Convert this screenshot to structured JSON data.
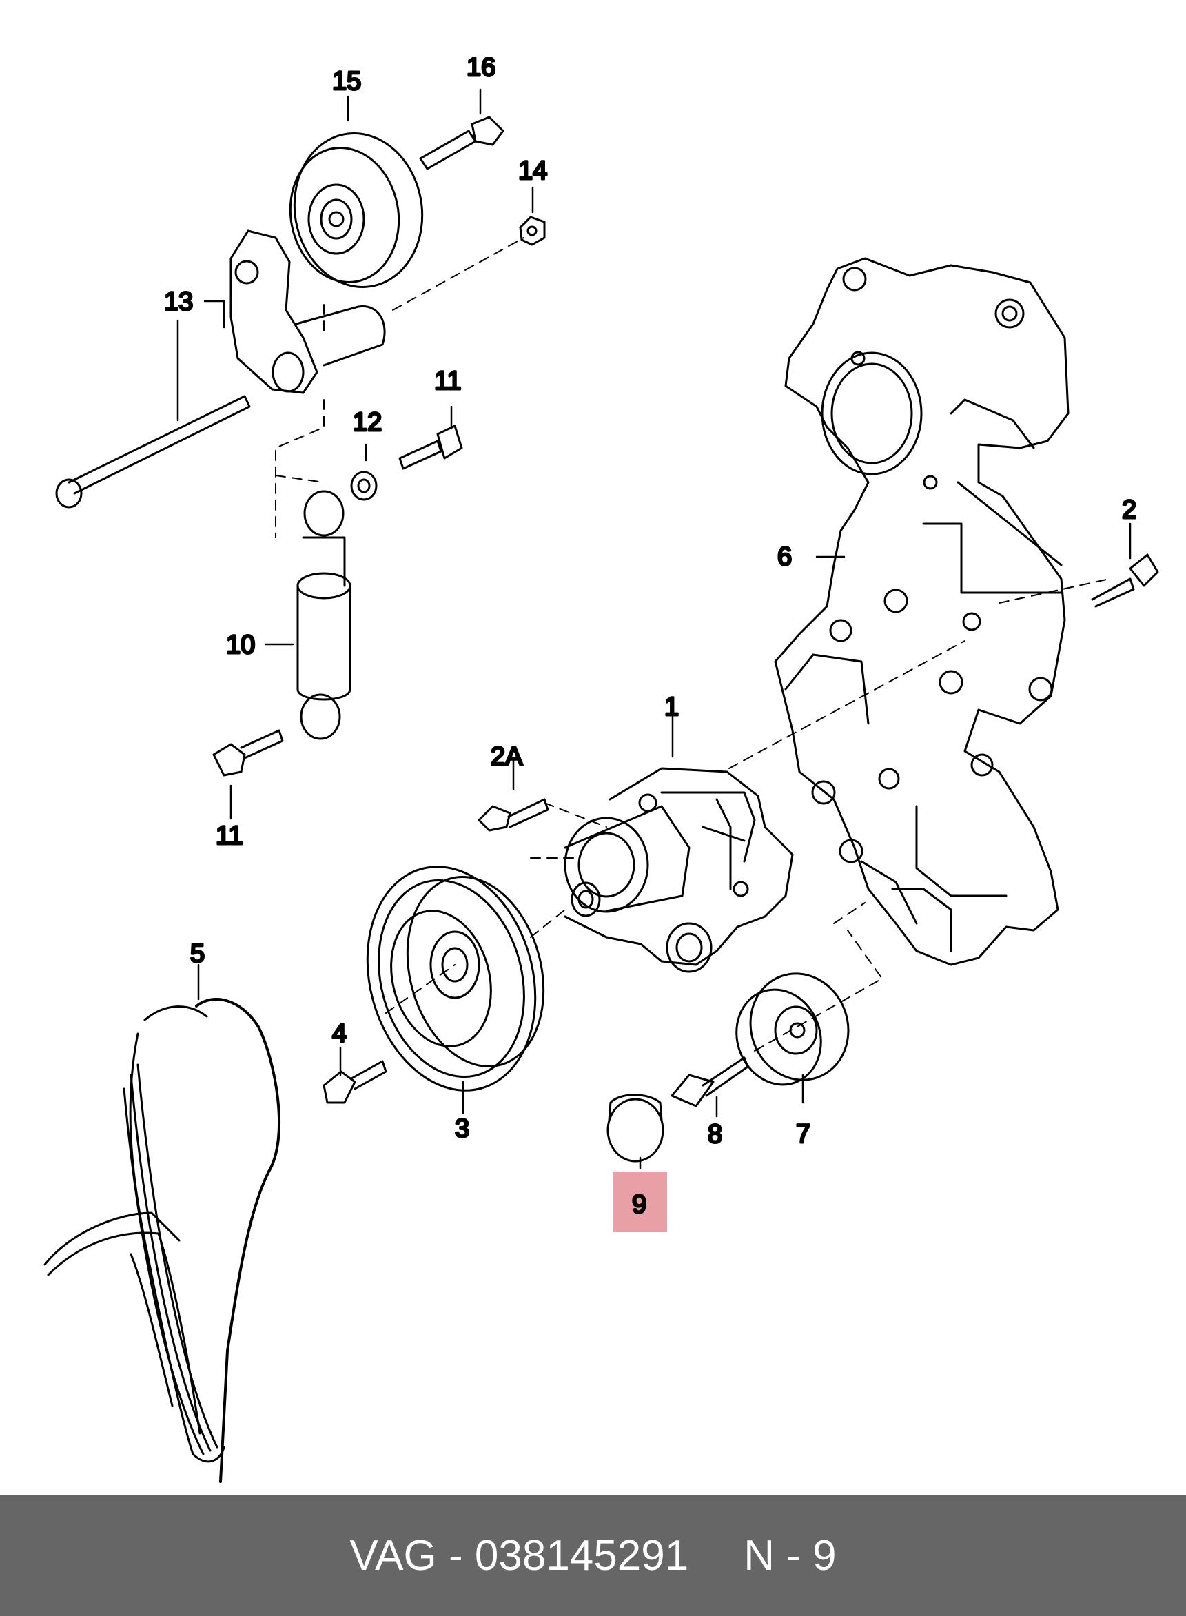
{
  "callouts": [
    {
      "id": "1",
      "label": "1"
    },
    {
      "id": "2",
      "label": "2"
    },
    {
      "id": "2A",
      "label": "2A"
    },
    {
      "id": "3",
      "label": "3"
    },
    {
      "id": "4",
      "label": "4"
    },
    {
      "id": "5",
      "label": "5"
    },
    {
      "id": "6",
      "label": "6"
    },
    {
      "id": "7",
      "label": "7"
    },
    {
      "id": "8",
      "label": "8"
    },
    {
      "id": "9",
      "label": "9",
      "highlighted": true
    },
    {
      "id": "10",
      "label": "10"
    },
    {
      "id": "11a",
      "label": "11"
    },
    {
      "id": "11b",
      "label": "11"
    },
    {
      "id": "12",
      "label": "12"
    },
    {
      "id": "13",
      "label": "13"
    },
    {
      "id": "14",
      "label": "14"
    },
    {
      "id": "15",
      "label": "15"
    },
    {
      "id": "16",
      "label": "16"
    }
  ],
  "highlight_color": "#e8a0a6",
  "footer": {
    "brand": "VAG",
    "separator": "-",
    "part_number": "038145291",
    "position": "N - 9",
    "background": "#666666"
  }
}
